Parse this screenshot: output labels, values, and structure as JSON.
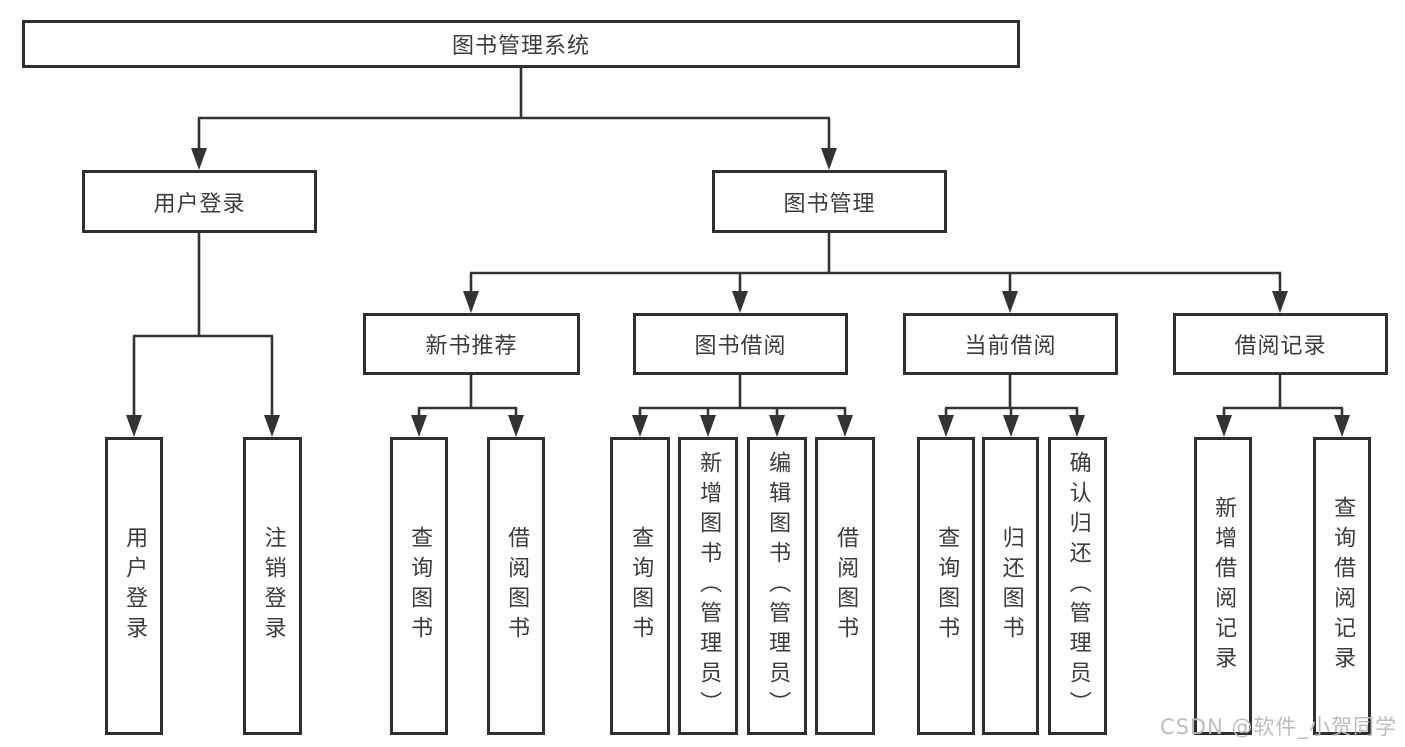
{
  "diagram": {
    "root": "图书管理系统",
    "level2": [
      "用户登录",
      "图书管理"
    ],
    "level3": [
      "新书推荐",
      "图书借阅",
      "当前借阅",
      "借阅记录"
    ],
    "leaves_user_login": [
      "用户登录",
      "注销登录"
    ],
    "leaves_new_books": [
      "查询图书",
      "借阅图书"
    ],
    "leaves_book_borrow": [
      "查询图书",
      "新增图书（管理员）",
      "编辑图书（管理员）",
      "借阅图书"
    ],
    "leaves_current_borrow": [
      "查询图书",
      "归还图书",
      "确认归还（管理员）"
    ],
    "leaves_borrow_records": [
      "新增借阅记录",
      "查询借阅记录"
    ]
  },
  "watermark": "CSDN @软件_小贺同学",
  "colors": {
    "line": "#333333",
    "border": "#2f2f2f",
    "text": "#3c3c3c",
    "background": "#ffffff",
    "watermark": "#bcbcbc"
  }
}
